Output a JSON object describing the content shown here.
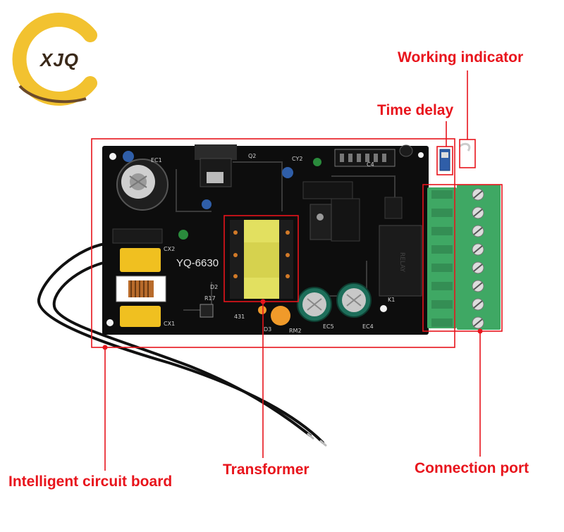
{
  "logo": {
    "text": "XJQ",
    "ring_color": "#f2c230",
    "arc_color": "#6b4a2a",
    "text_color": "#3b2a1a"
  },
  "board": {
    "model_marking": "YQ-6630",
    "component_labels": [
      "EC1",
      "Q2",
      "CY2",
      "CX2",
      "CX1",
      "D2",
      "R17",
      "431",
      "D3",
      "RM2",
      "EC5",
      "EC4",
      "K1",
      "C4"
    ]
  },
  "callouts": {
    "working_indicator": "Working indicator",
    "time_delay": "Time delay",
    "intelligent_circuit_board": "Intelligent circuit board",
    "transformer": "Transformer",
    "connection_port": "Connection port"
  },
  "colors": {
    "annotation": "#e8141c",
    "board": "#0d0d0d",
    "terminal": "#3fa864",
    "transformer_core": "#e2e060"
  },
  "terminal_screw_count": 8
}
